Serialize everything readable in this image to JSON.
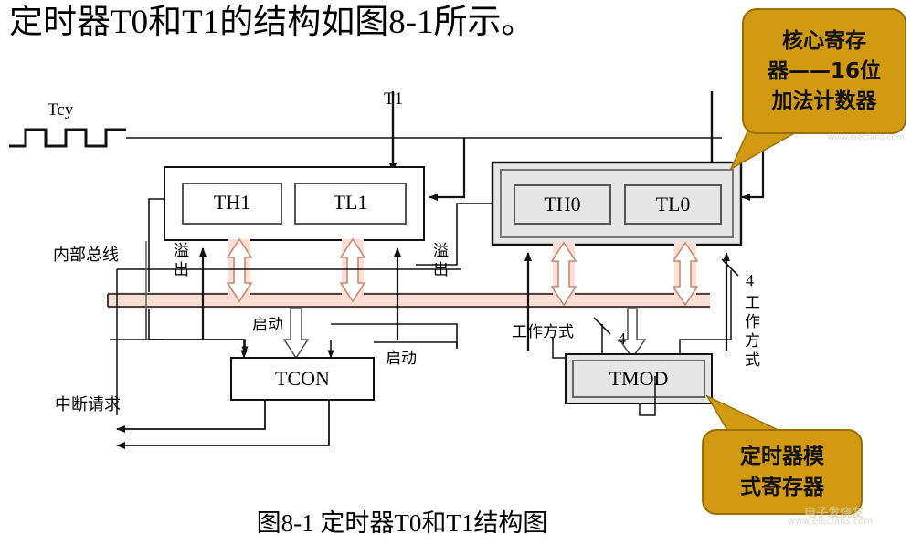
{
  "page": {
    "title": "定时器T0和T1的结构如图8-1所示。",
    "figure_caption": "图8-1  定时器T0和T1结构图"
  },
  "callouts": [
    {
      "name": "core-register",
      "lines": [
        "核心寄存",
        "器——16位",
        "加法计数器"
      ],
      "fill": "#D19A12",
      "border": "#9A6F06"
    },
    {
      "name": "timer-mode-register",
      "lines": [
        "定时器模",
        "式寄存器"
      ],
      "fill": "#D19A12",
      "border": "#9A6F06"
    }
  ],
  "diagram": {
    "signals": {
      "clock_label": "Tcy",
      "t1_input_label": "T1"
    },
    "bus": {
      "label": "内部总线",
      "color": "#FBDFD5"
    },
    "registers": {
      "timer1": {
        "group": "T1",
        "high_byte": "TH1",
        "low_byte": "TL1",
        "fill": "#FFFFFF"
      },
      "timer0": {
        "group": "T0",
        "high_byte": "TH0",
        "low_byte": "TL0",
        "fill": "#E6E6E6"
      }
    },
    "control_registers": [
      {
        "name": "TCON",
        "label": "TCON",
        "fill": "#FFFFFF"
      },
      {
        "name": "TMOD",
        "label": "TMOD",
        "fill": "#E6E6E6"
      }
    ],
    "annotations": {
      "overflow_left": "溢出",
      "overflow_right": "溢出",
      "start_left": "启动",
      "start_right": "启动",
      "mode_left": "工作方式",
      "mode_right": "工作方式",
      "interrupt_request": "中断请求",
      "bus_width_left": "4",
      "bus_width_right": "4"
    }
  },
  "watermark": {
    "brand": "电子发烧友",
    "url": "www.elecfans.com"
  }
}
